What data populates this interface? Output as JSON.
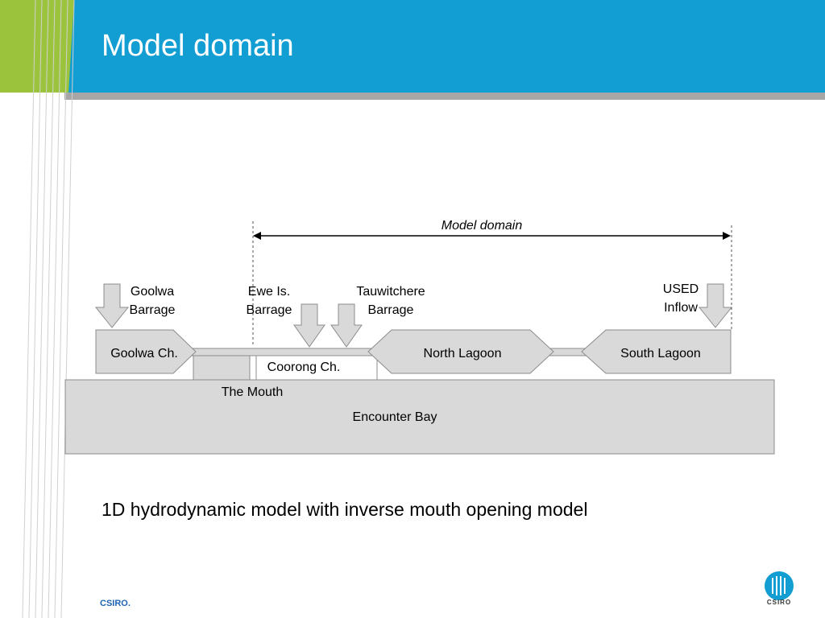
{
  "slide": {
    "title": "Model domain",
    "subtitle": "1D hydrodynamic model with inverse mouth opening model",
    "footer": "CSIRO.",
    "logo_text": "CSIRO",
    "colors": {
      "header_blue": "#139ed3",
      "header_green": "#9bc43c",
      "divider_gray": "#a6a6a6",
      "shape_fill": "#d9d9d9",
      "shape_stroke": "#8c8c8c"
    }
  },
  "diagram": {
    "domain_label": "Model domain",
    "labels": {
      "goolwa_barrage_1": "Goolwa",
      "goolwa_barrage_2": "Barrage",
      "ewe_barrage_1": "Ewe Is.",
      "ewe_barrage_2": "Barrage",
      "tauwitchere_1": "Tauwitchere",
      "tauwitchere_2": "Barrage",
      "used_1": "USED",
      "used_2": "Inflow",
      "goolwa_ch": "Goolwa Ch.",
      "coorong_ch": "Coorong Ch.",
      "north_lagoon": "North Lagoon",
      "south_lagoon": "South Lagoon",
      "the_mouth": "The Mouth",
      "encounter_bay": "Encounter Bay"
    }
  }
}
